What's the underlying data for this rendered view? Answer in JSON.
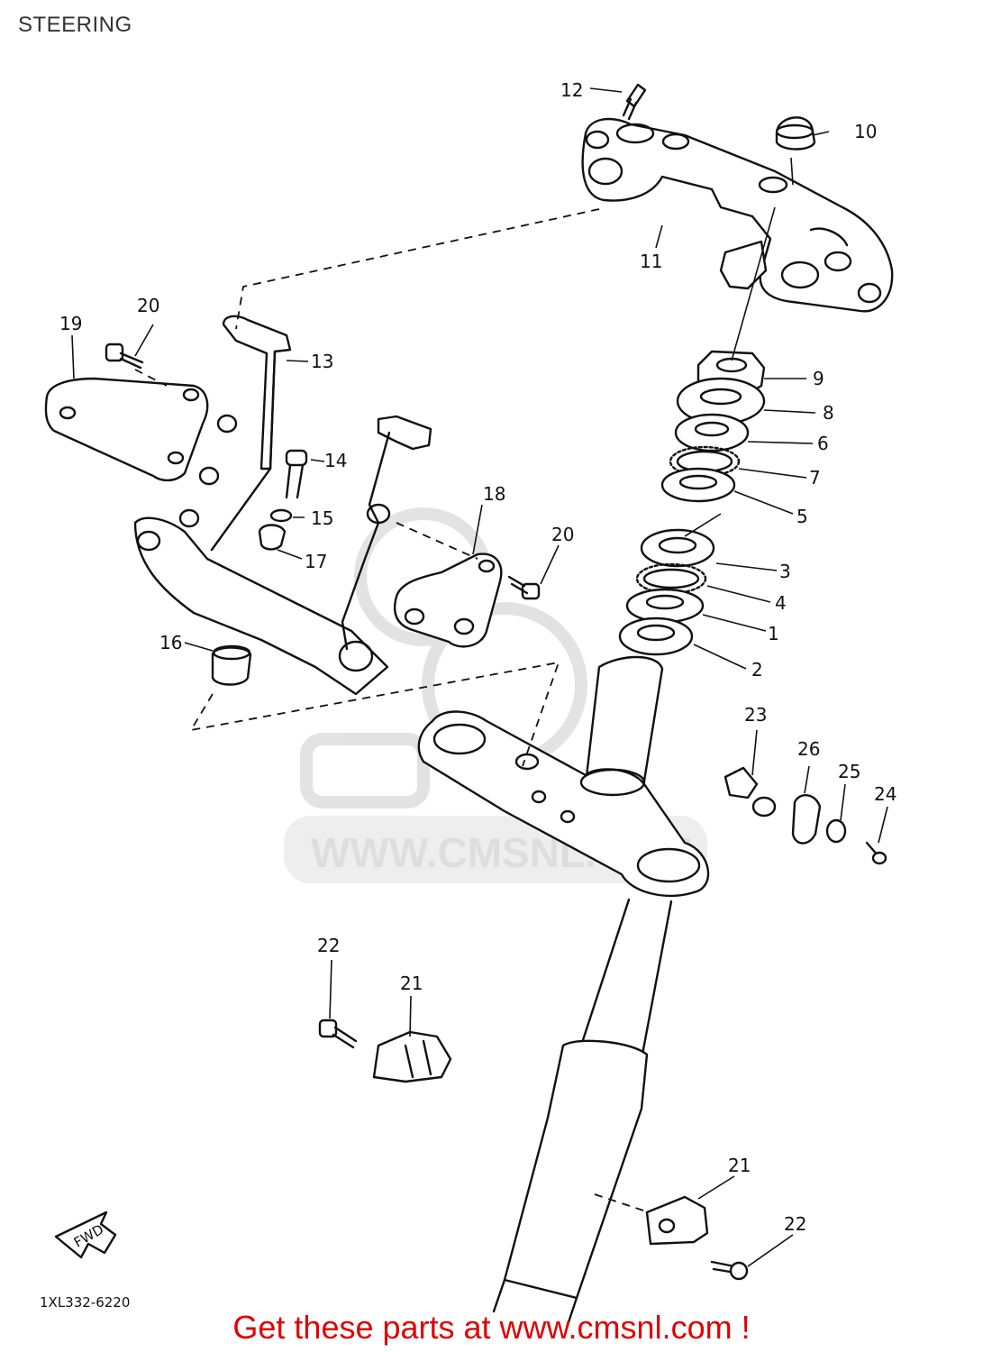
{
  "page_title": "STEERING",
  "diagram_code": "1XL332-6220",
  "fwd_arrow_label": "FWD",
  "watermark_text": "WWW.CMSNL.COM",
  "promo_text": "Get these parts at www.cmsnl.com !",
  "callouts": [
    {
      "id": "c1",
      "label": "1"
    },
    {
      "id": "c2",
      "label": "2"
    },
    {
      "id": "c3",
      "label": "3"
    },
    {
      "id": "c4",
      "label": "4"
    },
    {
      "id": "c5",
      "label": "5"
    },
    {
      "id": "c6",
      "label": "6"
    },
    {
      "id": "c7",
      "label": "7"
    },
    {
      "id": "c8",
      "label": "8"
    },
    {
      "id": "c9",
      "label": "9"
    },
    {
      "id": "c10",
      "label": "10"
    },
    {
      "id": "c11",
      "label": "11"
    },
    {
      "id": "c12",
      "label": "12"
    },
    {
      "id": "c13",
      "label": "13"
    },
    {
      "id": "c14",
      "label": "14"
    },
    {
      "id": "c15",
      "label": "15"
    },
    {
      "id": "c16",
      "label": "16"
    },
    {
      "id": "c17",
      "label": "17"
    },
    {
      "id": "c18",
      "label": "18"
    },
    {
      "id": "c19",
      "label": "19"
    },
    {
      "id": "c20a",
      "label": "20"
    },
    {
      "id": "c20b",
      "label": "20"
    },
    {
      "id": "c21a",
      "label": "21"
    },
    {
      "id": "c21b",
      "label": "21"
    },
    {
      "id": "c22a",
      "label": "22"
    },
    {
      "id": "c22b",
      "label": "22"
    },
    {
      "id": "c23",
      "label": "23"
    },
    {
      "id": "c24",
      "label": "24"
    },
    {
      "id": "c25",
      "label": "25"
    },
    {
      "id": "c26",
      "label": "26"
    }
  ],
  "colors": {
    "promo": "#e00000",
    "watermark": "#d9d9d9",
    "ink": "#111111"
  }
}
